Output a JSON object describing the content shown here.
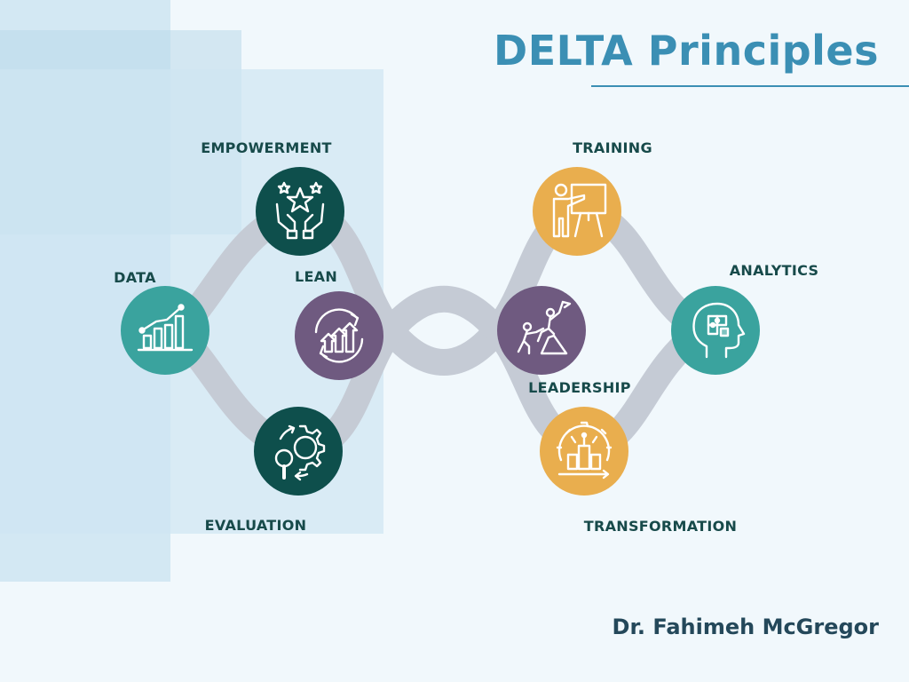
{
  "title": "DELTA Principles",
  "author": "Dr. Fahimeh McGregor",
  "colors": {
    "teal": "#3aa39e",
    "dark_teal": "#0e4f4c",
    "purple": "#6f5a80",
    "amber": "#e9ae4e",
    "path": "#c5cbd5",
    "accent": "#3b8fb4"
  },
  "nodes": [
    {
      "label": "DATA",
      "icon": "bar-chart-growth-icon",
      "color": "teal"
    },
    {
      "label": "EMPOWERMENT",
      "icon": "hands-star-icon",
      "color": "dark_teal"
    },
    {
      "label": "LEAN",
      "icon": "arrows-cycle-growth-icon",
      "color": "purple"
    },
    {
      "label": "EVALUATION",
      "icon": "gear-magnifier-icon",
      "color": "dark_teal"
    },
    {
      "label": "TRAINING",
      "icon": "presentation-board-icon",
      "color": "amber"
    },
    {
      "label": "LEADERSHIP",
      "icon": "climbers-flag-icon",
      "color": "purple"
    },
    {
      "label": "TRANSFORMATION",
      "icon": "gear-building-icon",
      "color": "amber"
    },
    {
      "label": "ANALYTICS",
      "icon": "head-puzzle-icon",
      "color": "teal"
    }
  ]
}
